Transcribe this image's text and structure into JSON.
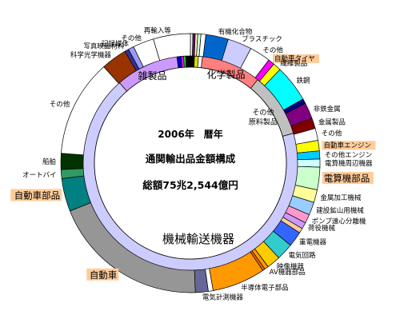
{
  "chart_data": {
    "type": "pie",
    "center": {
      "line1": "2006年　暦年",
      "line2": "通関輸出品金額構成",
      "line3": "総額75兆2,544億円"
    },
    "inner_ring": [
      {
        "label": "",
        "value": 0.6,
        "color": "#000000"
      },
      {
        "label": "",
        "value": 0.6,
        "color": "#dddd00"
      },
      {
        "label": "",
        "value": 0.6,
        "color": "#ffffff"
      },
      {
        "label": "化学製品",
        "value": 9.0,
        "color": "#ff7f7f"
      },
      {
        "label": "その他\n原料製品",
        "value": 9.7,
        "color": "#c0c0c0"
      },
      {
        "label": "機械輸送機器",
        "value": 68.0,
        "color": "#ccccff"
      },
      {
        "label": "雑製品",
        "value": 9.5,
        "color": "#cc99ff"
      },
      {
        "label": "",
        "value": 0.6,
        "color": "#0000cc"
      },
      {
        "label": "",
        "value": 0.4,
        "color": "#ff00ff"
      },
      {
        "label": "",
        "value": 0.3,
        "color": "#00ff00"
      },
      {
        "label": "",
        "value": 0.7,
        "color": "#000000"
      }
    ],
    "outer_ring": [
      {
        "label": "",
        "value": 0.3,
        "color": "#ffffff"
      },
      {
        "label": "",
        "value": 0.3,
        "color": "#660066"
      },
      {
        "label": "",
        "value": 0.3,
        "color": "#ffffcc"
      },
      {
        "label": "",
        "value": 0.4,
        "color": "#ccffcc"
      },
      {
        "label": "",
        "value": 0.6,
        "color": "#ffffff"
      },
      {
        "label": "有機化合物",
        "value": 2.8,
        "color": "#0066cc"
      },
      {
        "label": "プラスチック",
        "value": 3.0,
        "color": "#ccccff"
      },
      {
        "label": "その他",
        "value": 2.6,
        "color": "#ffffff"
      },
      {
        "label": "自動車タイヤ",
        "value": 0.8,
        "color": "#ff00ff"
      },
      {
        "label": "繊維製品",
        "value": 1.0,
        "color": "#ffff00"
      },
      {
        "label": "鉄鋼",
        "value": 4.6,
        "color": "#00ffff"
      },
      {
        "label": "",
        "value": 0.6,
        "color": "#000080"
      },
      {
        "label": "非鉄金属",
        "value": 2.0,
        "color": "#800080"
      },
      {
        "label": "金属製品",
        "value": 1.3,
        "color": "#800000"
      },
      {
        "label": "その他",
        "value": 1.5,
        "color": "#ffffff"
      },
      {
        "label": "自動車エンジン",
        "value": 1.3,
        "color": "#ffff00"
      },
      {
        "label": "その他エンジン",
        "value": 1.0,
        "color": "#00ccff"
      },
      {
        "label": "電算機周辺機器",
        "value": 1.0,
        "color": "#ccffff"
      },
      {
        "label": "電算機部品",
        "value": 2.8,
        "color": "#ccffcc"
      },
      {
        "label": "金属加工機械",
        "value": 1.6,
        "color": "#ffff99"
      },
      {
        "label": "建設鉱山用機械",
        "value": 1.6,
        "color": "#99ccff"
      },
      {
        "label": "ポンプ遠心分離機",
        "value": 1.1,
        "color": "#ff99cc"
      },
      {
        "label": "荷役機械",
        "value": 0.8,
        "color": "#cc99ff"
      },
      {
        "label": "",
        "value": 0.6,
        "color": "#ffcc99"
      },
      {
        "label": "重電機器",
        "value": 1.9,
        "color": "#3366ff"
      },
      {
        "label": "電気回路",
        "value": 2.1,
        "color": "#33cccc"
      },
      {
        "label": "映像機器",
        "value": 1.7,
        "color": "#ffcc00"
      },
      {
        "label": "AV機器部品",
        "value": 0.5,
        "color": "#ff9900"
      },
      {
        "label": "",
        "value": 0.3,
        "color": "#ff6600"
      },
      {
        "label": "半導体電子部品",
        "value": 6.6,
        "color": "#ff9900"
      },
      {
        "label": "",
        "value": 0.6,
        "color": "#ffffff"
      },
      {
        "label": "電気計測機器",
        "value": 1.6,
        "color": "#666699"
      },
      {
        "label": "自動車",
        "value": 19.5,
        "color": "#969696"
      },
      {
        "label": "自動車部品",
        "value": 4.1,
        "color": "#008080"
      },
      {
        "label": "オートバイ",
        "value": 1.1,
        "color": "#339966"
      },
      {
        "label": "船舶",
        "value": 2.0,
        "color": "#003300"
      },
      {
        "label": "その他",
        "value": 12.1,
        "color": "#ffffff"
      },
      {
        "label": "科学光学機器",
        "value": 3.2,
        "color": "#993300"
      },
      {
        "label": "写真映画材料",
        "value": 0.5,
        "color": "#333399"
      },
      {
        "label": "記録媒体",
        "value": 0.7,
        "color": "#9999ff"
      },
      {
        "label": "その他",
        "value": 2.6,
        "color": "#ffffff"
      },
      {
        "label": "再輸入等",
        "value": 4.6,
        "color": "#ffffff"
      }
    ]
  }
}
